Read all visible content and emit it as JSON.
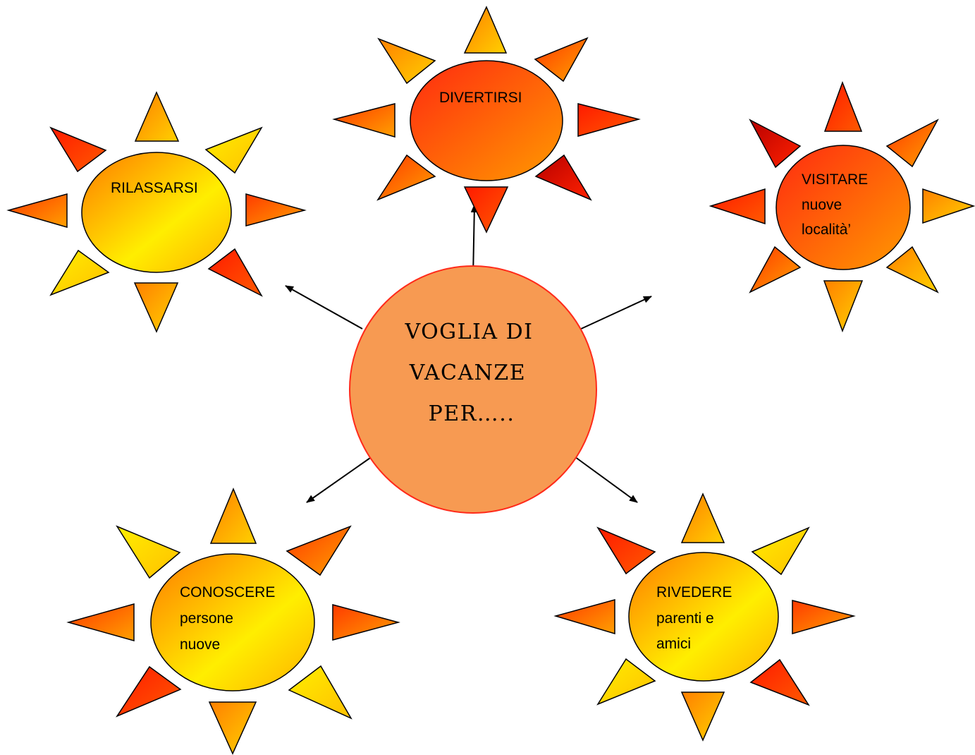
{
  "center": {
    "lines": [
      "Voglia di",
      "vacanze",
      "per….."
    ],
    "fill": "#f79a52",
    "stroke": "#ff2a1a"
  },
  "suns": [
    {
      "id": "rilassarsi",
      "lines": [
        "RILASSARSI"
      ],
      "gradient": "yellow"
    },
    {
      "id": "divertirsi",
      "lines": [
        "DIVERTIRSI"
      ],
      "gradient": "red"
    },
    {
      "id": "visitare",
      "lines": [
        "VISITARE",
        "nuove",
        "località’"
      ],
      "gradient": "red"
    },
    {
      "id": "conoscere",
      "lines": [
        "CONOSCERE",
        "persone",
        "nuove"
      ],
      "gradient": "yellow"
    },
    {
      "id": "rivedere",
      "lines": [
        "RIVEDERE",
        "parenti e",
        "amici"
      ],
      "gradient": "yellow"
    }
  ],
  "colors": {
    "red_dark": "#c40000",
    "red": "#ff2a1a",
    "orange": "#ff8a00",
    "yellow": "#ffee00",
    "outline": "#000000"
  }
}
